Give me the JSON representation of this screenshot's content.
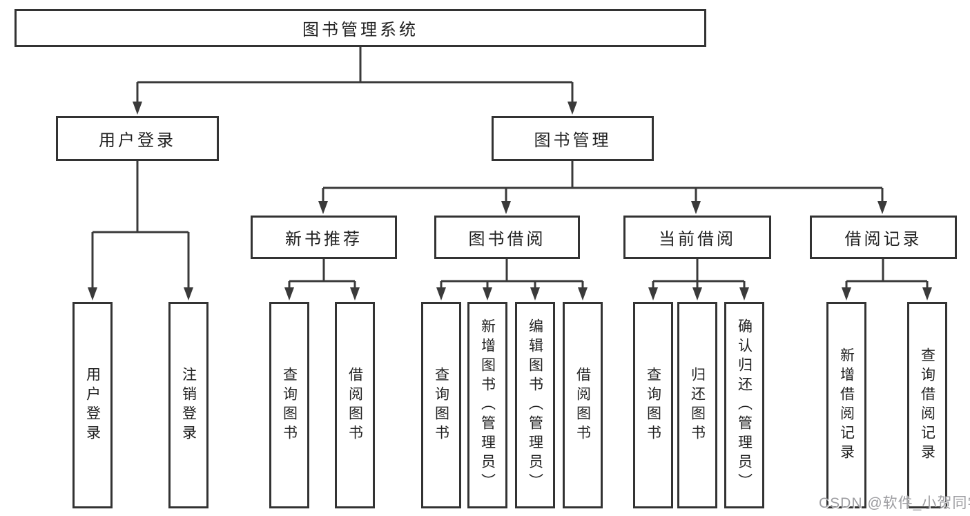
{
  "diagram": {
    "title_node": {
      "label": "图书管理系统"
    },
    "level2": [
      {
        "label": "用户登录",
        "parent": "图书管理系统"
      },
      {
        "label": "图书管理",
        "parent": "图书管理系统"
      }
    ],
    "level3": [
      {
        "label": "新书推荐",
        "parent": "图书管理"
      },
      {
        "label": "图书借阅",
        "parent": "图书管理"
      },
      {
        "label": "当前借阅",
        "parent": "图书管理"
      },
      {
        "label": "借阅记录",
        "parent": "图书管理"
      }
    ],
    "leaves": [
      {
        "label": "用户登录",
        "parent": "用户登录"
      },
      {
        "label": "注销登录",
        "parent": "用户登录"
      },
      {
        "label": "查询图书",
        "parent": "新书推荐"
      },
      {
        "label": "借阅图书",
        "parent": "新书推荐"
      },
      {
        "label": "查询图书",
        "parent": "图书借阅"
      },
      {
        "label": "新增图书（管理员）",
        "parent": "图书借阅"
      },
      {
        "label": "编辑图书（管理员）",
        "parent": "图书借阅"
      },
      {
        "label": "借阅图书",
        "parent": "图书借阅"
      },
      {
        "label": "查询图书",
        "parent": "当前借阅"
      },
      {
        "label": "归还图书",
        "parent": "当前借阅"
      },
      {
        "label": "确认归还（管理员）",
        "parent": "当前借阅"
      },
      {
        "label": "新增借阅记录",
        "parent": "借阅记录"
      },
      {
        "label": "查询借阅记录",
        "parent": "借阅记录"
      }
    ]
  },
  "watermark": {
    "text": "CSDN @软件_小贺同学"
  },
  "colors": {
    "line": "#3a3a3a",
    "border": "#333333",
    "text": "#222222",
    "watermark": "#9d9da1",
    "background": "#ffffff"
  }
}
